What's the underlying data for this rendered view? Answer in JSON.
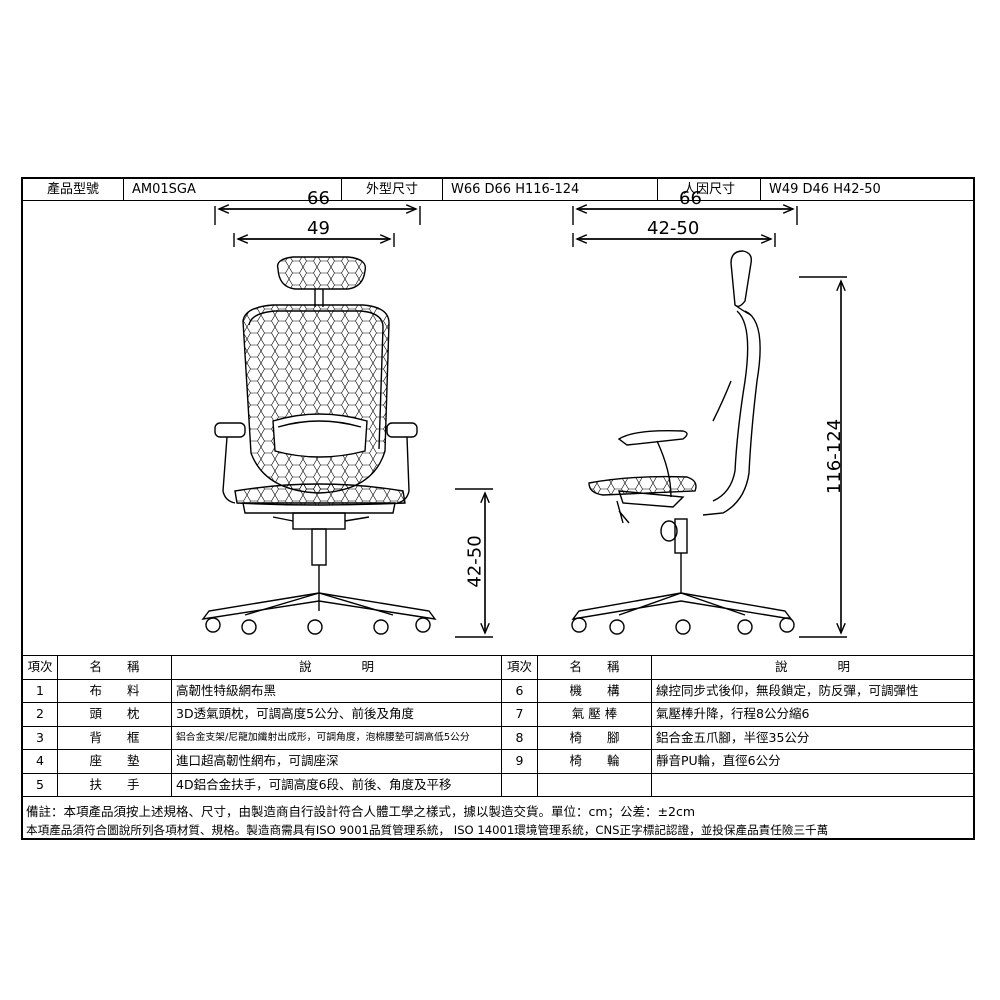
{
  "header": {
    "model_label": "產品型號",
    "model_value": "AM01SGA",
    "size_label": "外型尺寸",
    "size_value": "W66 D66 H116-124",
    "ergo_label": "人因尺寸",
    "ergo_value": "W49 D46 H42-50"
  },
  "dimensions": {
    "front_outer_width": "66",
    "front_inner_width": "49",
    "front_seat_height": "42-50",
    "side_depth": "66",
    "side_seat_depth": "42-50",
    "side_total_height": "116-124"
  },
  "table": {
    "headers": {
      "no": "項次",
      "name": "名　　稱",
      "desc": "說　　　　明"
    },
    "rows": [
      {
        "left": {
          "no": "1",
          "name": "布　　料",
          "desc": "高韌性特級網布黑"
        },
        "right": {
          "no": "6",
          "name": "機　　構",
          "desc": "線控同步式後仰，無段鎖定，防反彈，可調彈性"
        }
      },
      {
        "left": {
          "no": "2",
          "name": "頭　　枕",
          "desc": "3D透氣頭枕，可調高度5公分、前後及角度"
        },
        "right": {
          "no": "7",
          "name": "氣 壓 棒",
          "desc": "氣壓棒升降，行程8公分縮6"
        }
      },
      {
        "left": {
          "no": "3",
          "name": "背　　框",
          "desc": "鋁合金支架/尼龍加纖射出成形，可調角度，泡棉腰墊可調高低5公分"
        },
        "right": {
          "no": "8",
          "name": "椅　　腳",
          "desc": "鋁合金五爪腳，半徑35公分"
        }
      },
      {
        "left": {
          "no": "4",
          "name": "座　　墊",
          "desc": "進口超高韌性網布，可調座深"
        },
        "right": {
          "no": "9",
          "name": "椅　　輪",
          "desc": "靜音PU輪，直徑6公分"
        }
      },
      {
        "left": {
          "no": "5",
          "name": "扶　　手",
          "desc": "4D鋁合金扶手，可調高度6段、前後、角度及平移"
        },
        "right": {
          "no": "",
          "name": "",
          "desc": ""
        }
      }
    ]
  },
  "notes": [
    "備註：本項產品須按上述規格、尺寸，由製造商自行設計符合人體工學之樣式，據以製造交貨。單位：cm；公差：±2cm",
    "本項產品須符合圖說所列各項材質、規格。製造商需具有ISO 9001品質管理系統， ISO 14001環境管理系統，CNS正字標記認證，並投保產品責任險三千萬"
  ]
}
